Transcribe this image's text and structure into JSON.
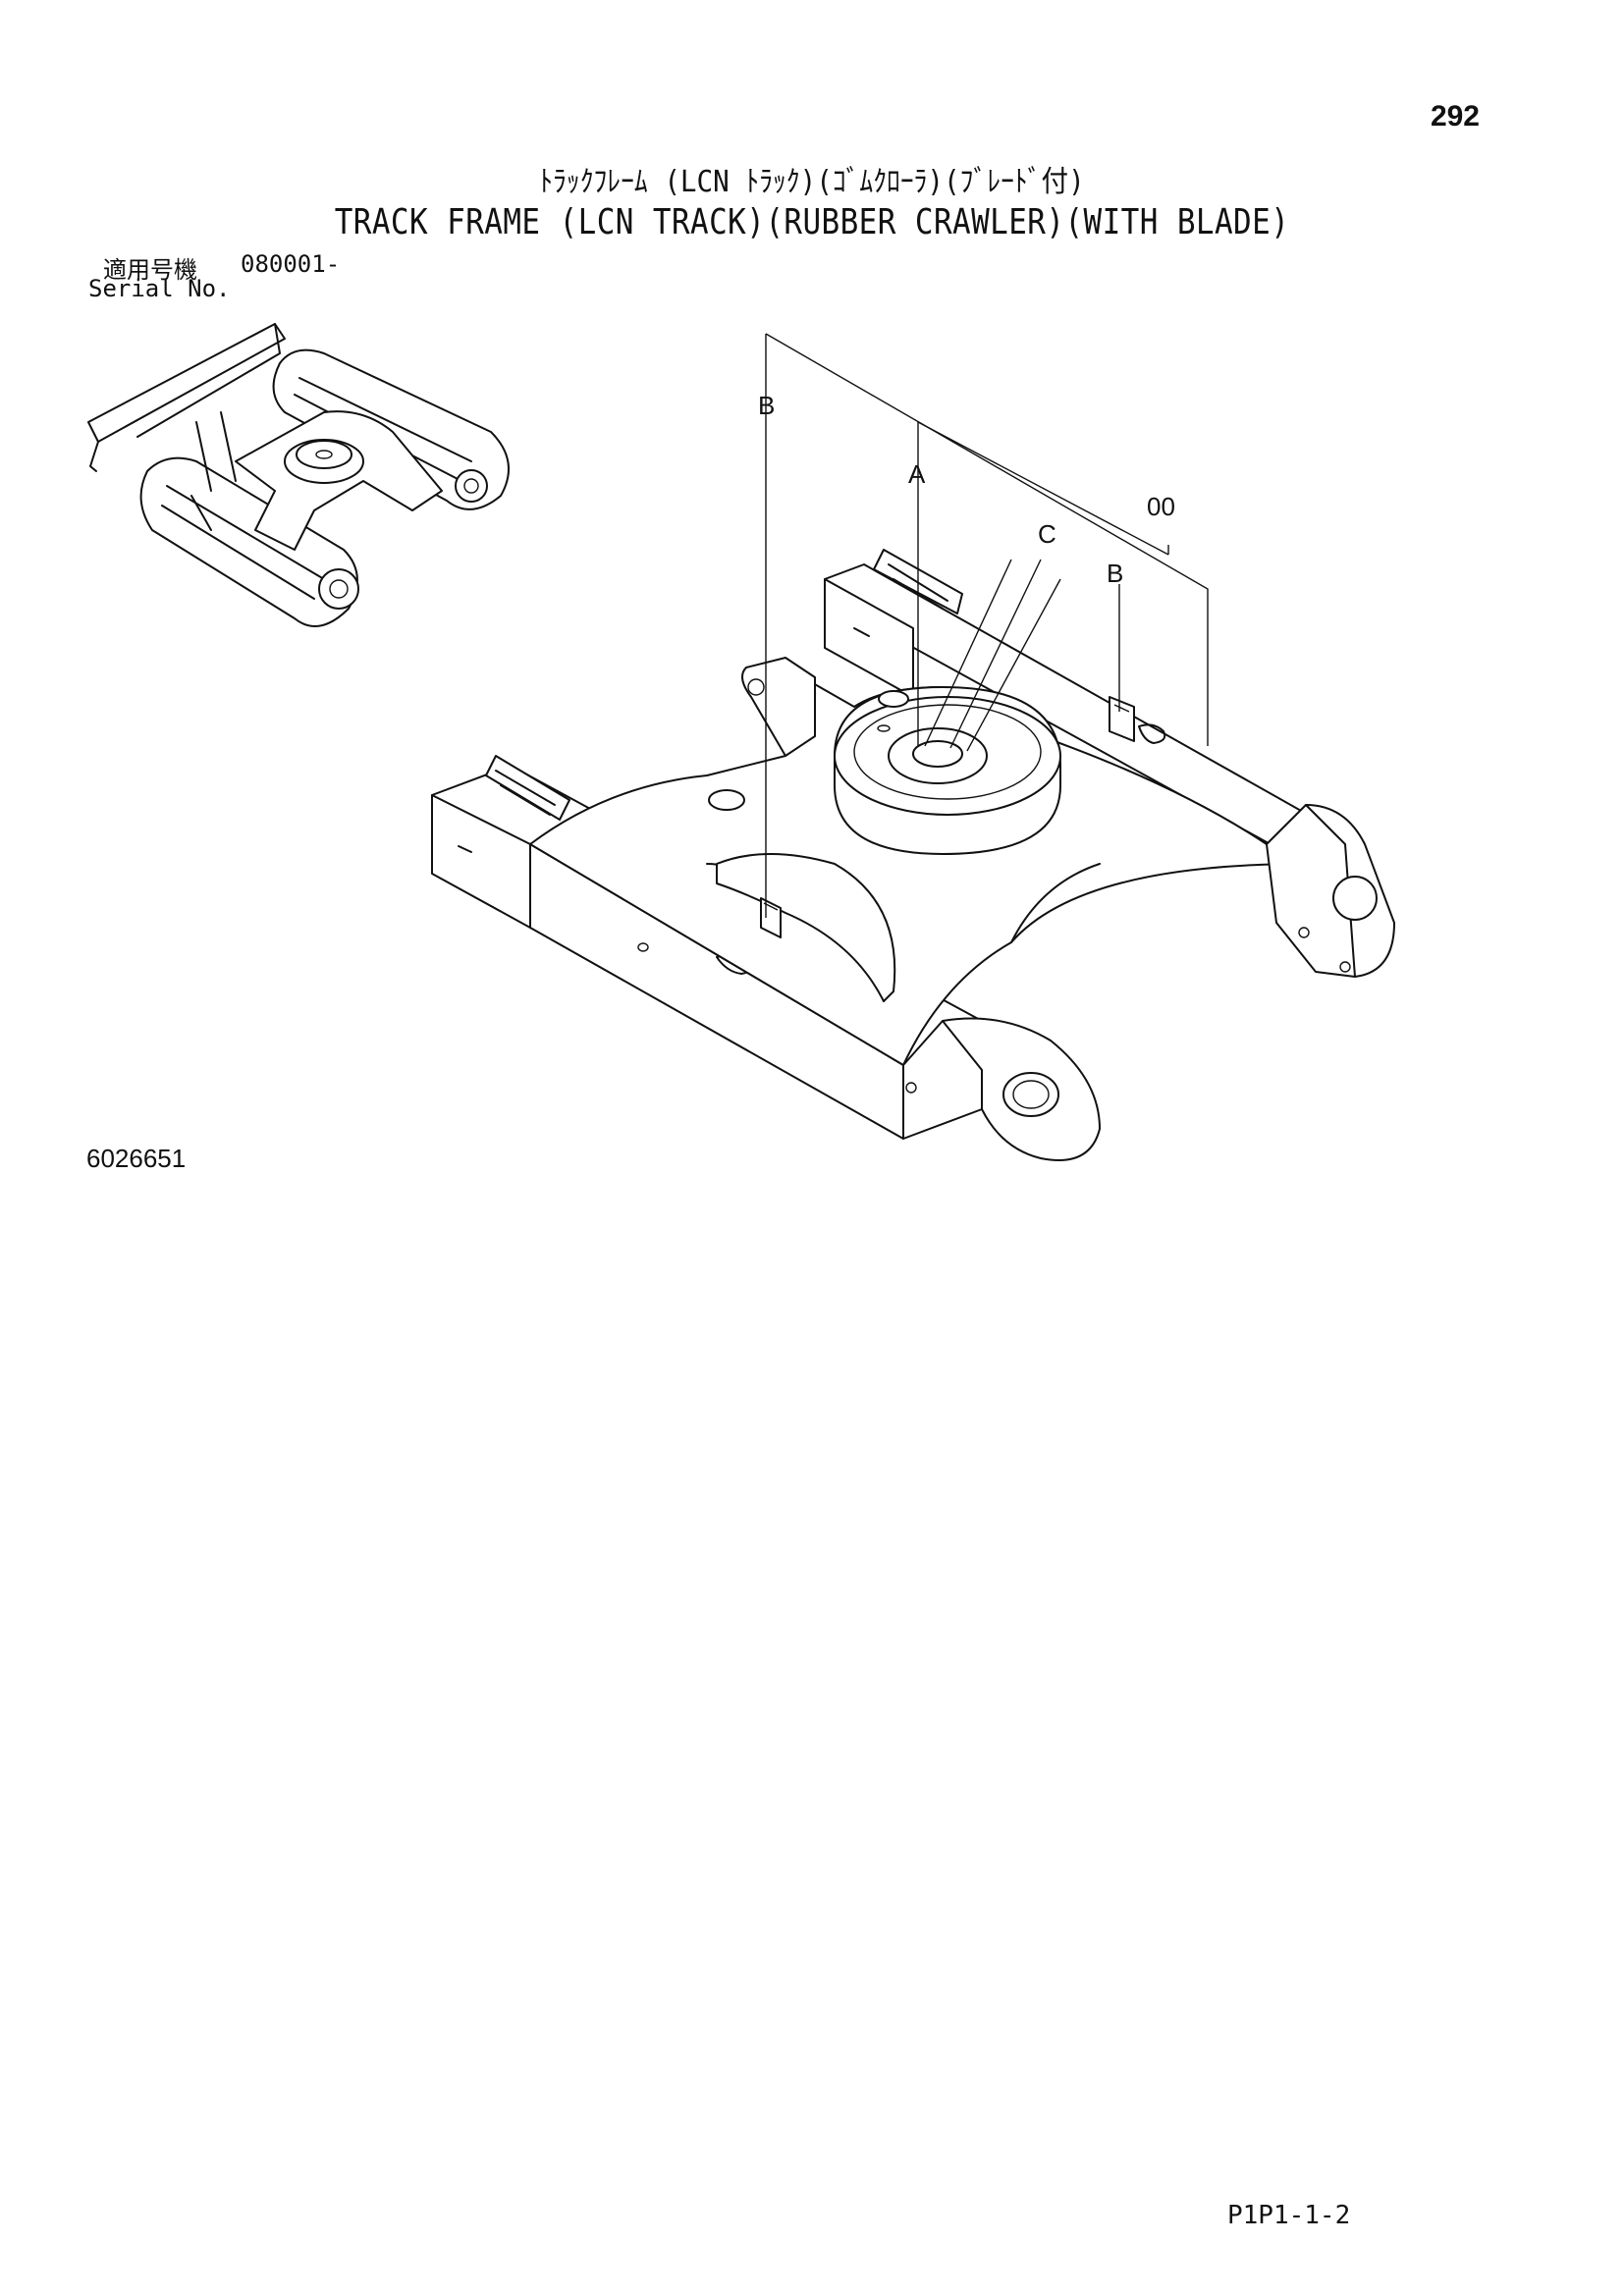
{
  "page": {
    "page_number": "292",
    "title_jp": "ﾄﾗｯｸﾌﾚｰﾑ (LCN ﾄﾗｯｸ)(ｺﾞﾑｸﾛｰﾗ)(ﾌﾞﾚｰﾄﾞ付)",
    "title_en": "TRACK FRAME (LCN TRACK)(RUBBER CRAWLER)(WITH BLADE)",
    "serial_label_jp": "適用号機",
    "serial_value": "080001-",
    "serial_label_en": "Serial No.",
    "figure_code": "6026651",
    "sheet_code": "P1P1-1-2"
  },
  "diagram": {
    "callouts": {
      "b_left": "B",
      "a": "A",
      "c": "C",
      "assembly": "00",
      "b_right": "B"
    }
  }
}
